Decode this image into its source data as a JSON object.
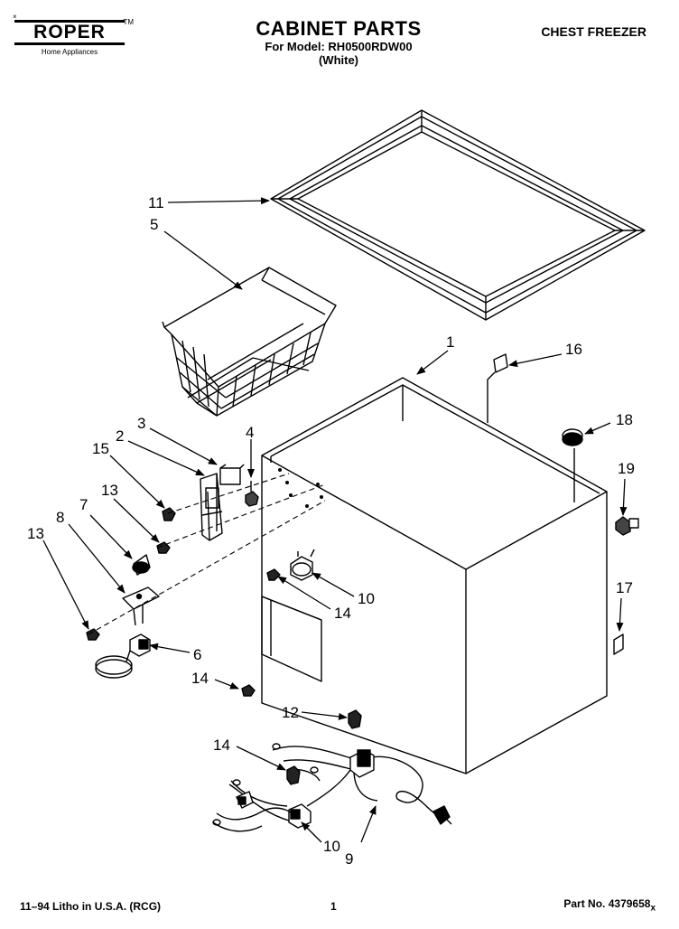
{
  "header": {
    "brand": "ROPER",
    "brand_tm": "TM",
    "brand_tagline": "Home Appliances",
    "title": "CABINET PARTS",
    "model_line": "For Model: RH0500RDW00",
    "color": "(White)",
    "product_type": "CHEST FREEZER"
  },
  "footer": {
    "print_info": "11–94 Litho in U.S.A. (RCG)",
    "page_number": "1",
    "part_number": "Part No. 4379658",
    "part_suffix": "x"
  },
  "callouts": {
    "lid": "11",
    "basket": "5",
    "cabinet": "1",
    "label_top": "16",
    "plug_button": "18",
    "drain_plug": "19",
    "label_side": "17",
    "hinge_upper": "2",
    "hinge_plate": "3",
    "hinge_nut": "4",
    "screw_15": "15",
    "screw_13_upper": "13",
    "clip": "7",
    "bracket": "8",
    "screw_13_lower": "13",
    "thermostat": "10",
    "screw_14_mid": "14",
    "hinge_lower": "6",
    "screw_14_low": "14",
    "screw_12": "12",
    "screw_14_bottom": "14",
    "thermostat_lower": "10",
    "wire_harness": "9"
  }
}
